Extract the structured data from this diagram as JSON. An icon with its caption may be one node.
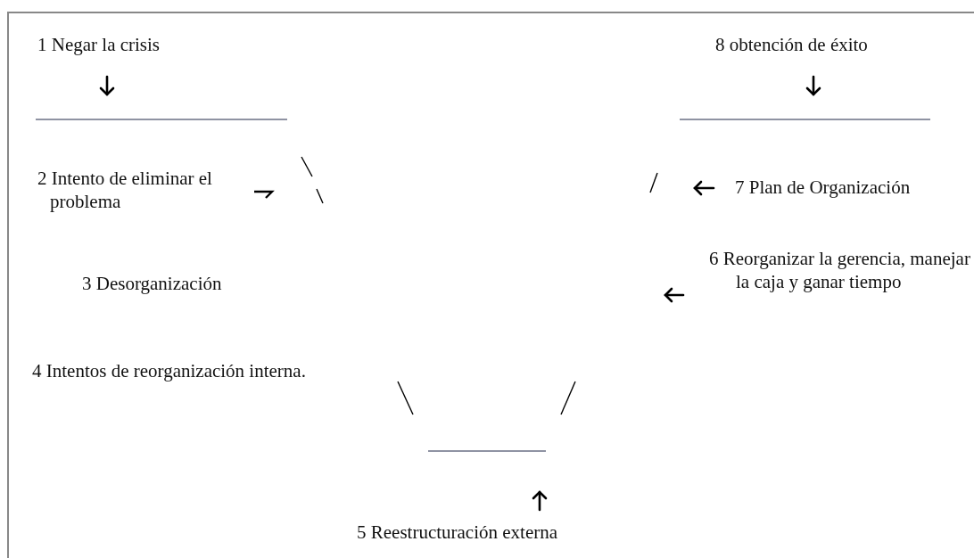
{
  "diagram": {
    "labels": [
      "1 Negar la crisis",
      "8 obtención de éxito",
      "2 Intento de eliminar el problema",
      "7 Plan de Organización",
      "3 Desorganización",
      "6 Reorganizar la gerencia, manejar la caja y ganar tiempo",
      "4 Intentos de reorganización interna.",
      "5 Reestructuración externa"
    ]
  }
}
